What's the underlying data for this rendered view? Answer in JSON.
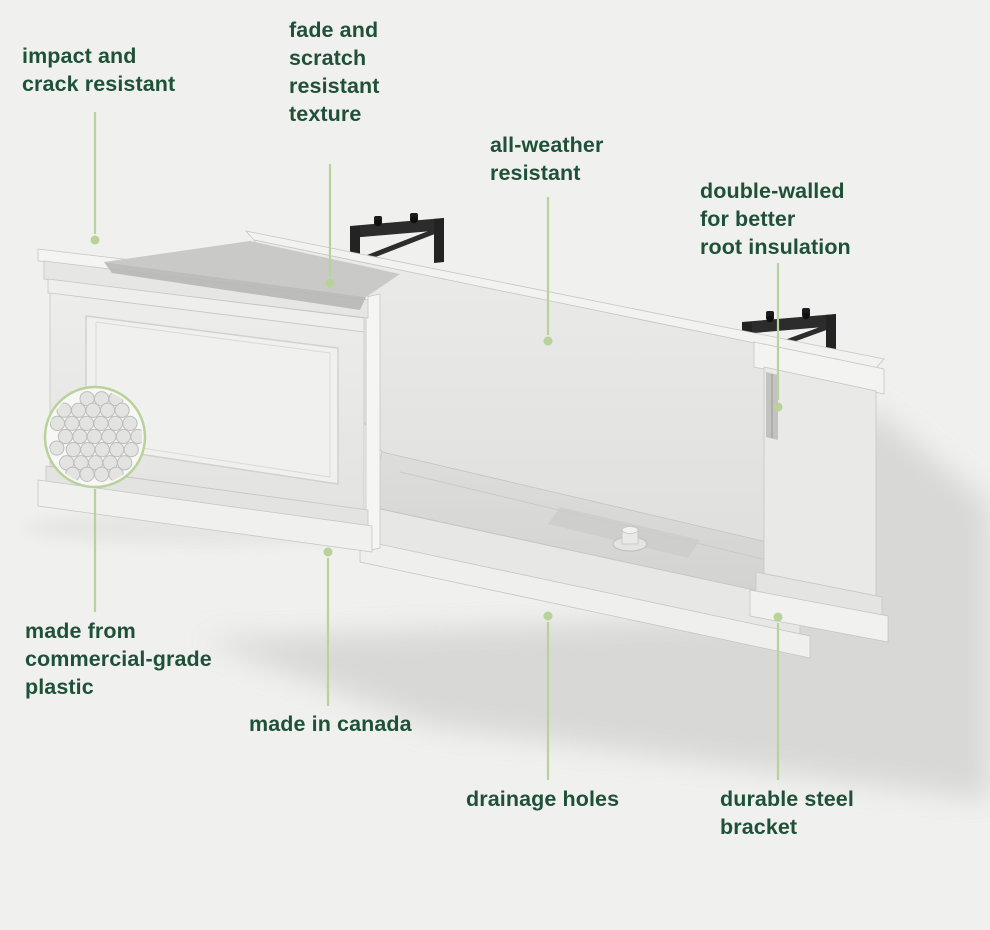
{
  "background_color": "#f0f0ee",
  "accent": {
    "label_color": "#1f5138",
    "line_color": "#b8d29a"
  },
  "illustration": {
    "subject": "window-box planter cutaway",
    "planter_color": "#e9e9e7",
    "bracket_color": "#2c2c2c",
    "shadow_color": "#cfcfcd"
  },
  "callouts": {
    "impact": {
      "text": "impact and\ncrack resistant"
    },
    "fade": {
      "text": "fade and\nscratch\nresistant\ntexture"
    },
    "weather": {
      "text": "all-weather\nresistant"
    },
    "double_walled": {
      "text": "double-walled\nfor better\nroot insulation"
    },
    "plastic": {
      "text": "made from\ncommercial-grade\nplastic"
    },
    "canada": {
      "text": "made in canada"
    },
    "drainage": {
      "text": "drainage holes"
    },
    "steel": {
      "text": "durable steel\nbracket"
    }
  }
}
